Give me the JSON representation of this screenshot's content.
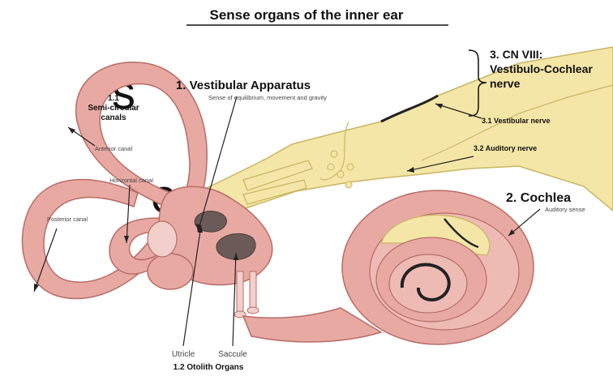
{
  "title": "Sense organs of the inner ear",
  "side_fragments": [
    "s",
    "e"
  ],
  "labels": {
    "semicircular_num": "1.1",
    "semicircular_l1": "Semi-circular",
    "semicircular_l2": "canals",
    "anterior_canal": "Anterior canal",
    "horizontal_canal": "Horizontal canal",
    "posterior_canal": "Posterior canal",
    "vestibular_apparatus": "1. Vestibular Apparatus",
    "vestibular_sub": "Sense of equilibrium, movement and gravity",
    "cn_viii_l1": "3. CN VIII:",
    "cn_viii_l2": "Vestibulo-Cochlear",
    "cn_viii_l3": "nerve",
    "vestibular_nerve": "3.1 Vestibular nerve",
    "auditory_nerve": "3.2 Auditory nerve",
    "cochlea": "2. Cochlea",
    "cochlea_sub": "Auditory sense",
    "utricle": "Utricle",
    "saccule": "Saccule",
    "otolith": "1.2 Otolith Organs"
  },
  "colors": {
    "tissue": "#e8a9a3",
    "tissue_dark": "#b86c67",
    "tissue_light": "#f3cfcb",
    "nerve": "#f4e6a6",
    "nerve_dark": "#c9b565",
    "otolith": "#6b5a57"
  }
}
